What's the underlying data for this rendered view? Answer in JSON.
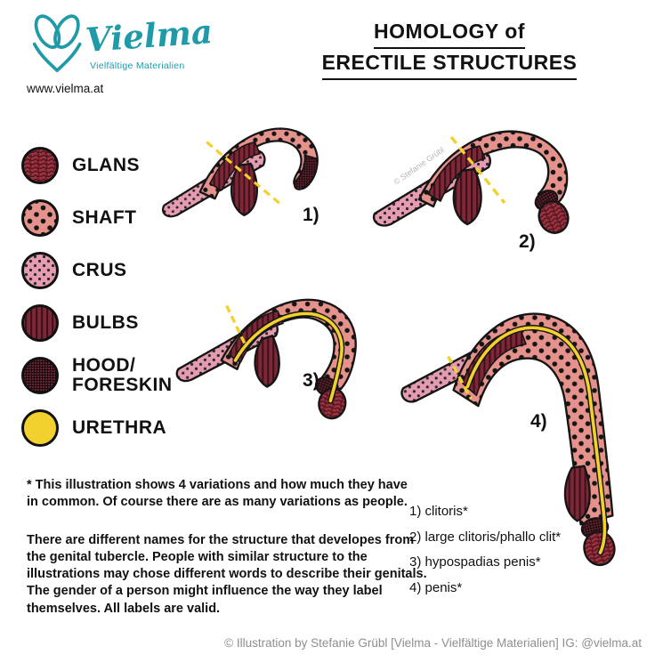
{
  "brand": {
    "name": "Vielma",
    "subtitle": "Vielfältige Materialien",
    "url": "www.vielma.at"
  },
  "title": {
    "line1": "HOMOLOGY of",
    "line2": "ERECTILE STRUCTURES"
  },
  "legend": {
    "items": [
      {
        "label": "GLANS",
        "pattern": "glans"
      },
      {
        "label": "SHAFT",
        "pattern": "shaft"
      },
      {
        "label": "CRUS",
        "pattern": "crus"
      },
      {
        "label": "BULBS",
        "pattern": "bulbs"
      },
      {
        "label": "HOOD/",
        "label2": "FORESKIN",
        "pattern": "hood"
      },
      {
        "label": "URETHRA",
        "pattern": "urethra"
      }
    ]
  },
  "figures": {
    "fig1": "1)",
    "fig2": "2)",
    "fig3": "3)",
    "fig4": "4)"
  },
  "watermark": "© Stefanie Grübl",
  "notes": {
    "para1": "* This illustration shows 4 variations and how much they have in common. Of course there are as many variations as people.",
    "para2": "There are different names for the structure that developes from the genital tubercle. People with similar structure to the illustrations may chose different words to describe their genitals. The gender of a person might influence the way they label themselves. All labels are valid."
  },
  "variants": {
    "item1": "1) clitoris*",
    "item2": "2) large clitoris/phallo clit*",
    "item3": "3) hypospadias penis*",
    "item4": "4) penis*"
  },
  "credit": "© Illustration by Stefanie Grübl [Vielma - Vielfältige Materialien] IG: @vielma.at",
  "colors": {
    "teal": "#1f9aa8",
    "shaft_pink": "#e6928c",
    "crus_pink": "#e59bb0",
    "bulbs_maroon": "#7c2837",
    "glans_red": "#9c333f",
    "hood_dark": "#69262f",
    "urethra_yellow": "#f2d12e",
    "outline_black": "#151515",
    "credit_gray": "#8e8e8e"
  }
}
